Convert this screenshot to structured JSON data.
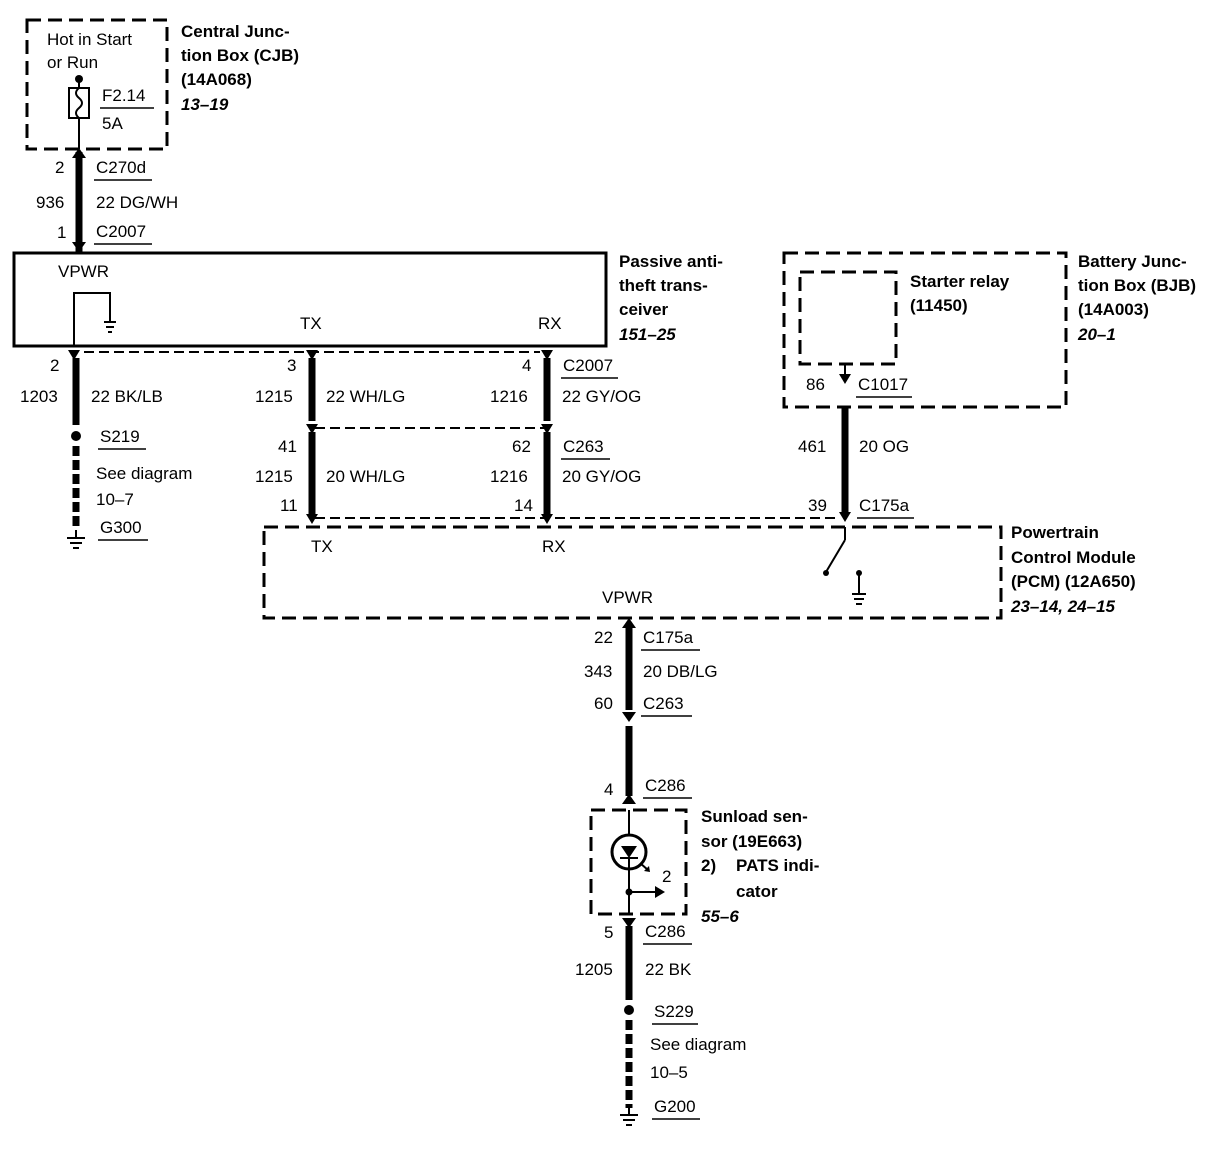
{
  "cjb": {
    "supply": [
      "Hot in Start",
      "or Run"
    ],
    "fuse_id": "F2.14",
    "fuse_rating": "5A",
    "title": [
      "Central Junc-",
      "tion Box (CJB)",
      "(14A068)"
    ],
    "ref": "13–19"
  },
  "wire_cjb_pats": {
    "pin_top": "2",
    "conn_top": "C270d",
    "circuit": "936",
    "gauge_color": "22 DG/WH",
    "pin_bottom": "1",
    "conn_bottom": "C2007"
  },
  "pats": {
    "vpwr": "VPWR",
    "tx": "TX",
    "rx": "RX",
    "title": [
      "Passive anti-",
      "theft trans-",
      "ceiver"
    ],
    "ref": "151–25"
  },
  "pats_ground": {
    "pin": "2",
    "circuit": "1203",
    "gauge_color": "22 BK/LB",
    "splice": "S219",
    "see": [
      "See diagram",
      "10–7"
    ],
    "ground": "G300"
  },
  "tx_wire": {
    "pin_top": "3",
    "circuit_top": "1215",
    "gauge_color_top": "22 WH/LG",
    "pin_mid": "41",
    "circuit_bottom": "1215",
    "gauge_color_bottom": "20 WH/LG",
    "pin_bottom": "11"
  },
  "rx_wire": {
    "pin_top": "4",
    "conn_top": "C2007",
    "circuit_top": "1216",
    "gauge_color_top": "22 GY/OG",
    "pin_mid": "62",
    "conn_mid": "C263",
    "circuit_bottom": "1216",
    "gauge_color_bottom": "20 GY/OG",
    "pin_bottom": "14"
  },
  "bjb": {
    "relay_title": [
      "Starter relay",
      "(11450)"
    ],
    "title": [
      "Battery Junc-",
      "tion Box (BJB)",
      "(14A003)"
    ],
    "ref": "20–1",
    "pin": "86",
    "conn": "C1017"
  },
  "relay_wire": {
    "circuit": "461",
    "gauge_color": "20 OG",
    "pin_bottom": "39",
    "conn_bottom": "C175a"
  },
  "pcm": {
    "tx": "TX",
    "rx": "RX",
    "vpwr": "VPWR",
    "title": [
      "Powertrain",
      "Control Module",
      "(PCM) (12A650)"
    ],
    "ref": "23–14, 24–15"
  },
  "pcm_wire": {
    "pin_top": "22",
    "conn_top": "C175a",
    "circuit": "343",
    "gauge_color": "20 DB/LG",
    "pin_bottom": "60",
    "conn_bottom": "C263"
  },
  "sensor": {
    "pin_top": "4",
    "conn_top": "C286",
    "title": [
      "Sunload sen-",
      "sor (19E663)"
    ],
    "sub_num": "2)",
    "sub_label": [
      "PATS indi-",
      "cator"
    ],
    "ref": "55–6",
    "arrow_label": "2"
  },
  "sensor_ground": {
    "pin": "5",
    "conn": "C286",
    "circuit": "1205",
    "gauge_color": "22 BK",
    "splice": "S229",
    "see": [
      "See diagram",
      "10–5"
    ],
    "ground": "G200"
  }
}
